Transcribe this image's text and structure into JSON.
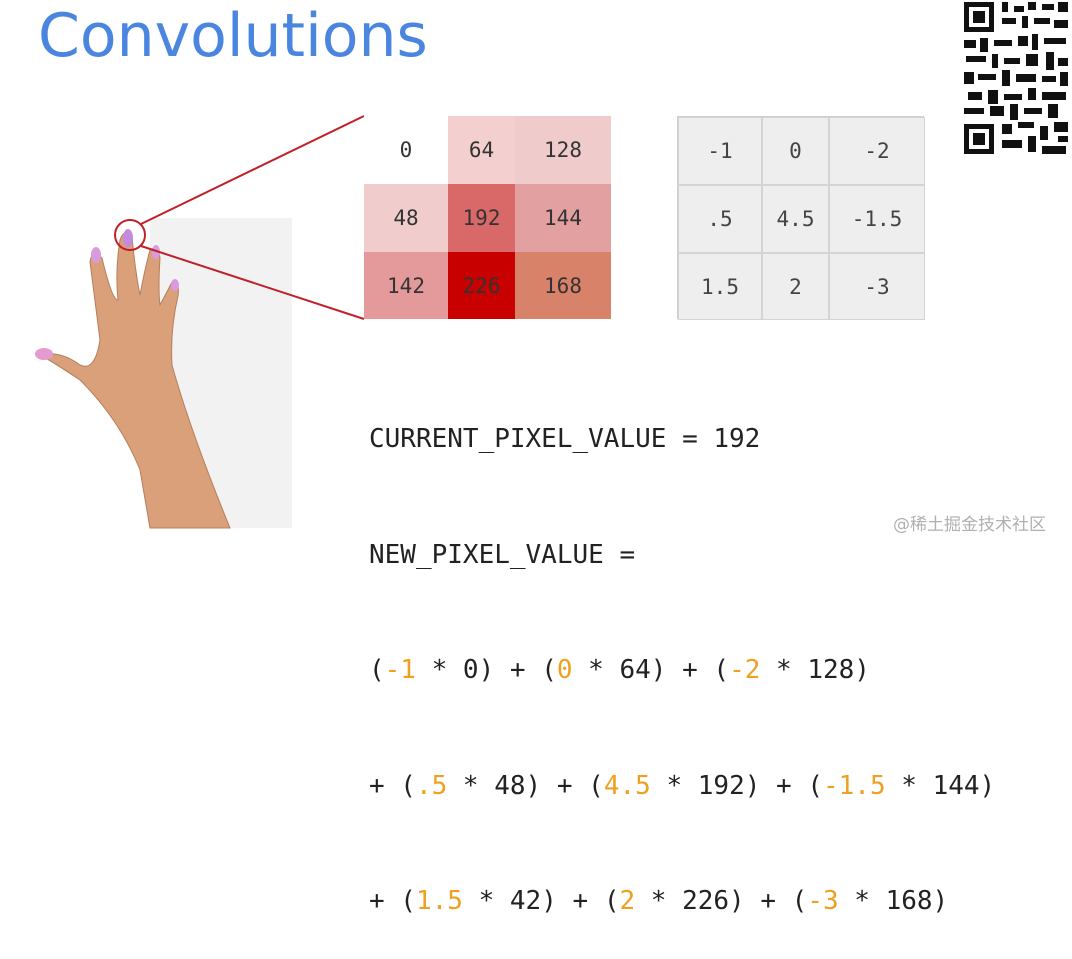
{
  "title": "Convolutions",
  "pixel_grid": {
    "rows": [
      [
        {
          "value": "0",
          "color": "#ffffff"
        },
        {
          "value": "64",
          "color": "#f3cfcf"
        },
        {
          "value": "128",
          "color": "#f0cbcb"
        }
      ],
      [
        {
          "value": "48",
          "color": "#f1cccc"
        },
        {
          "value": "192",
          "color": "#d96868"
        },
        {
          "value": "144",
          "color": "#e3a0a0"
        }
      ],
      [
        {
          "value": "142",
          "color": "#e49a9a"
        },
        {
          "value": "226",
          "color": "#c80000"
        },
        {
          "value": "168",
          "color": "#d9826a"
        }
      ]
    ]
  },
  "filter_grid": {
    "rows": [
      [
        "-1",
        "0",
        "-2"
      ],
      [
        ".5",
        "4.5",
        "-1.5"
      ],
      [
        "1.5",
        "2",
        "-3"
      ]
    ]
  },
  "formula": {
    "line1": "CURRENT_PIXEL_VALUE = 192",
    "line2": "NEW_PIXEL_VALUE =",
    "line3": [
      [
        "(",
        ""
      ],
      [
        "-1",
        "o"
      ],
      [
        " * 0) + (",
        ""
      ],
      [
        "0",
        "o"
      ],
      [
        " * 64) + (",
        ""
      ],
      [
        "-2",
        "o"
      ],
      [
        " * 128)",
        ""
      ]
    ],
    "line4": [
      [
        "+ (",
        ""
      ],
      [
        ".5",
        "o"
      ],
      [
        " * 48) + (",
        ""
      ],
      [
        "4.5",
        "o"
      ],
      [
        " * 192) + (",
        ""
      ],
      [
        "-1.5",
        "o"
      ],
      [
        " * 144)",
        ""
      ]
    ],
    "line5": [
      [
        "+ (",
        ""
      ],
      [
        "1.5",
        "o"
      ],
      [
        " * 42) + (",
        ""
      ],
      [
        "2",
        "o"
      ],
      [
        " * 226) + (",
        ""
      ],
      [
        "-3",
        "o"
      ],
      [
        " * 168)",
        ""
      ]
    ]
  },
  "watermark": "@稀土掘金技术社区",
  "colors": {
    "title": "#4a86e0",
    "accent": "#f0a020",
    "zoom_line": "#c0202a"
  }
}
